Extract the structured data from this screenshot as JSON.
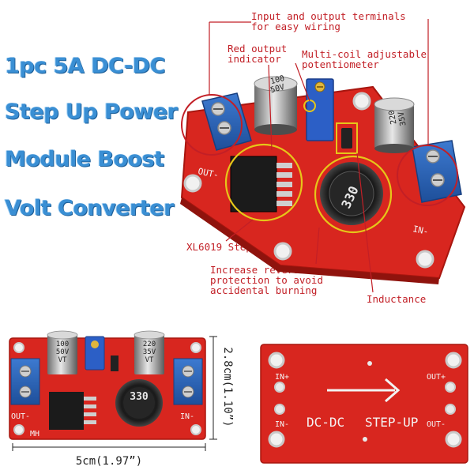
{
  "title_lines": [
    "1pc 5A DC-DC",
    "Step Up Power",
    "Module Boost",
    "Volt Converter"
  ],
  "annotations": {
    "terminals": [
      "Input and output terminals",
      "for easy wiring"
    ],
    "red_led": [
      "Red output",
      "indicator"
    ],
    "potentiometer": [
      "Multi-coil adjustable",
      "potentiometer"
    ],
    "chip": [
      "XL6019 Step Up Chip"
    ],
    "protection": [
      "Increase reverse connection",
      "protection to avoid",
      "accidental burning"
    ],
    "inductance": [
      "Inductance"
    ]
  },
  "board_top": {
    "cap_left": [
      "100",
      "50V"
    ],
    "cap_right": [
      "220",
      "35V"
    ],
    "inductor": "330",
    "label_out": "OUT-",
    "label_in": "IN-"
  },
  "board_small": {
    "cap_left": [
      "100",
      "50V",
      "VT"
    ],
    "cap_right": [
      "220",
      "35V",
      "VT"
    ],
    "inductor": "330",
    "label_out": "OUT-",
    "label_in": "IN-",
    "label_mh": "MH"
  },
  "board_back": {
    "in_plus": "IN+",
    "out_plus": "OUT+",
    "in_minus": "IN-",
    "out_minus": "OUT-",
    "text_left": "DC-DC",
    "text_right": "STEP-UP"
  },
  "dimensions": {
    "width": "5cm(1.97”)",
    "height": "2.8cm(1.10”)"
  },
  "colors": {
    "pcb": "#d8261f",
    "pcb_dark": "#b01812",
    "terminal": "#2a63b8",
    "title": "#3a8fd4",
    "annotation": "#c21f26"
  }
}
